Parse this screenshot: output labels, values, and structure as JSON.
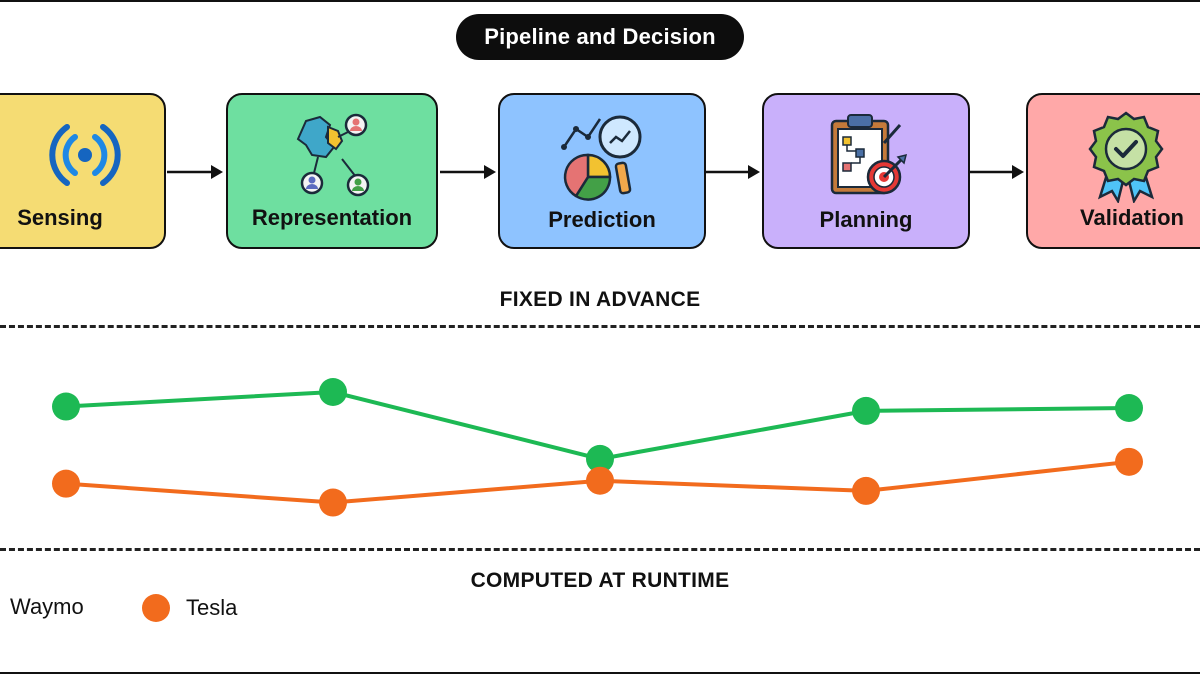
{
  "title": "Pipeline and Decision",
  "stages": [
    {
      "label": "Sensing",
      "color": "#F5DC73",
      "icon": "signal-icon"
    },
    {
      "label": "Representation",
      "color": "#6EDFA0",
      "icon": "network-map-icon"
    },
    {
      "label": "Prediction",
      "color": "#8EC3FF",
      "icon": "analytics-icon"
    },
    {
      "label": "Planning",
      "color": "#C9B0FB",
      "icon": "clipboard-target-icon"
    },
    {
      "label": "Validation",
      "color": "#FFA8A8",
      "icon": "approval-badge-icon"
    }
  ],
  "labels": {
    "fixed": "FIXED IN ADVANCE",
    "computed": "COMPUTED AT RUNTIME"
  },
  "chart_data": {
    "type": "line",
    "x": [
      1,
      2,
      3,
      4,
      5
    ],
    "series": [
      {
        "name": "Waymo",
        "color": "#1DB954",
        "values": [
          0.58,
          0.68,
          0.22,
          0.55,
          0.57
        ]
      },
      {
        "name": "Tesla",
        "color": "#F26B1D",
        "values": [
          0.05,
          -0.08,
          0.07,
          0.0,
          0.2
        ]
      }
    ],
    "ylim": [
      -0.2,
      0.9
    ],
    "grid": false,
    "legend": "bottom-left"
  }
}
